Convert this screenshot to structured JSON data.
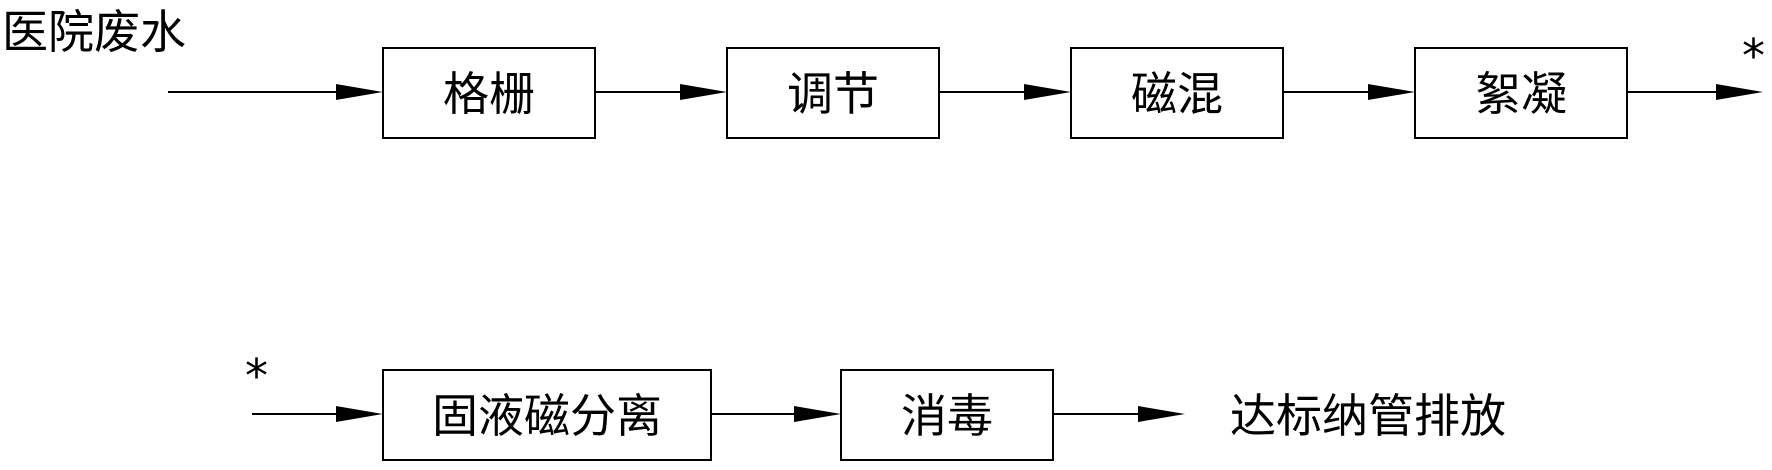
{
  "diagram": {
    "source": "医院废水",
    "row1": [
      "格栅",
      "调节",
      "磁混",
      "絮凝"
    ],
    "row2": [
      "固液磁分离",
      "消毒"
    ],
    "output": "达标纳管排放",
    "connector": "*"
  }
}
